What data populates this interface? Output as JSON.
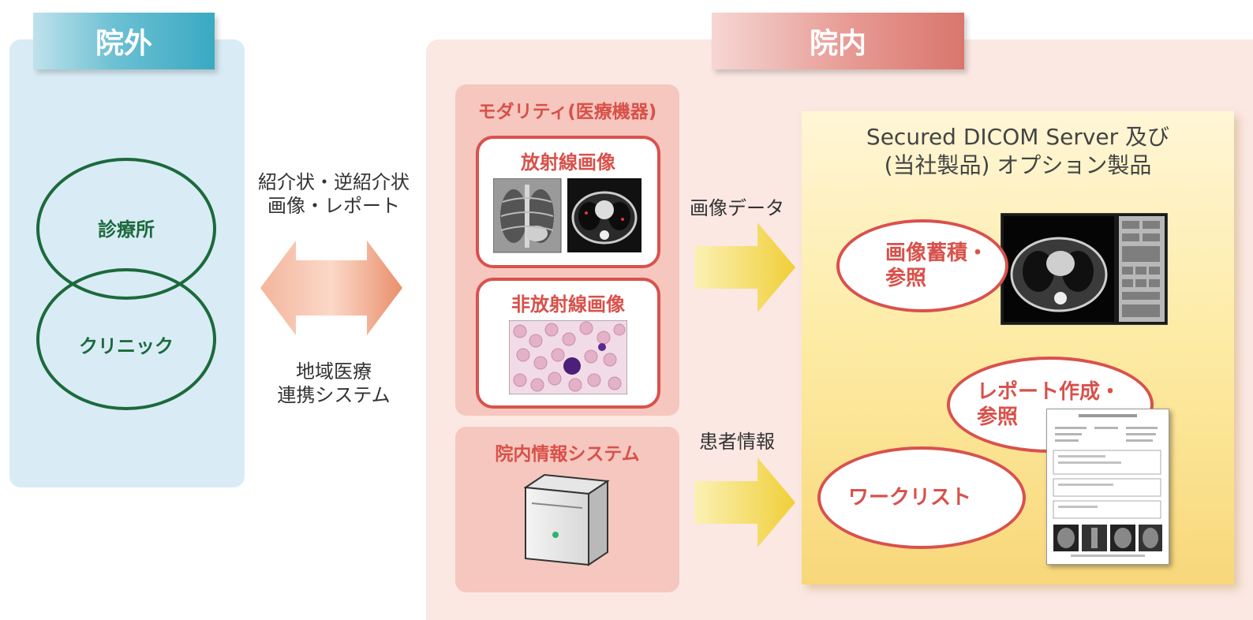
{
  "outside": {
    "banner_label": "院外",
    "clinic_labels": [
      "診療所",
      "クリニック"
    ]
  },
  "exchange": {
    "upper_text_lines": [
      "紹介状・逆紹介状",
      "画像・レポート"
    ],
    "lower_text_lines": [
      "地域医療",
      "連携システム"
    ]
  },
  "inside": {
    "banner_label": "院内",
    "modality": {
      "title": "モダリティ(医療機器)",
      "radiology_label": "放射線画像",
      "non_radiology_label": "非放射線画像"
    },
    "his": {
      "title": "院内情報システム"
    },
    "flows": {
      "image_data_label": "画像データ",
      "patient_info_label": "患者情報"
    }
  },
  "server": {
    "title_line1": "Secured DICOM Server 及び",
    "title_line2": "(当社製品) オプション製品",
    "features": {
      "image_storage": [
        "画像蓄積・",
        "参照"
      ],
      "report": [
        "レポート作成・",
        "参照"
      ],
      "worklist": "ワークリスト"
    }
  },
  "colors": {
    "outside_panel": "#d9ecf6",
    "outside_banner": "#3aa9c2",
    "inside_panel": "#fbe8e3",
    "inside_banner": "#d9766d",
    "accent_red": "#d8514a",
    "clinic_green": "#1c6a3c",
    "arrow_yellow": "#f3d243",
    "exchange_arrow": "#ec9f7c",
    "server_panel": "#fdeba3"
  }
}
